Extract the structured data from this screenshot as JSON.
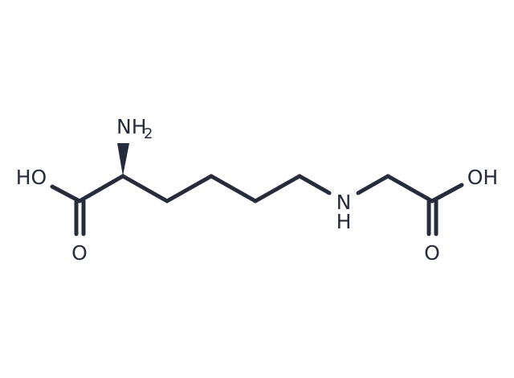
{
  "molecule": {
    "bond_color": "#262c3b",
    "label_color": "#262c3b",
    "labels": {
      "left_hydroxyl": "HO",
      "left_carbonyl_oxygen": "O",
      "amino_group": "NH",
      "amino_subscript": "2",
      "amine_n": "N",
      "amine_h": "H",
      "right_hydroxyl": "OH",
      "right_carbonyl_oxygen": "O"
    }
  }
}
